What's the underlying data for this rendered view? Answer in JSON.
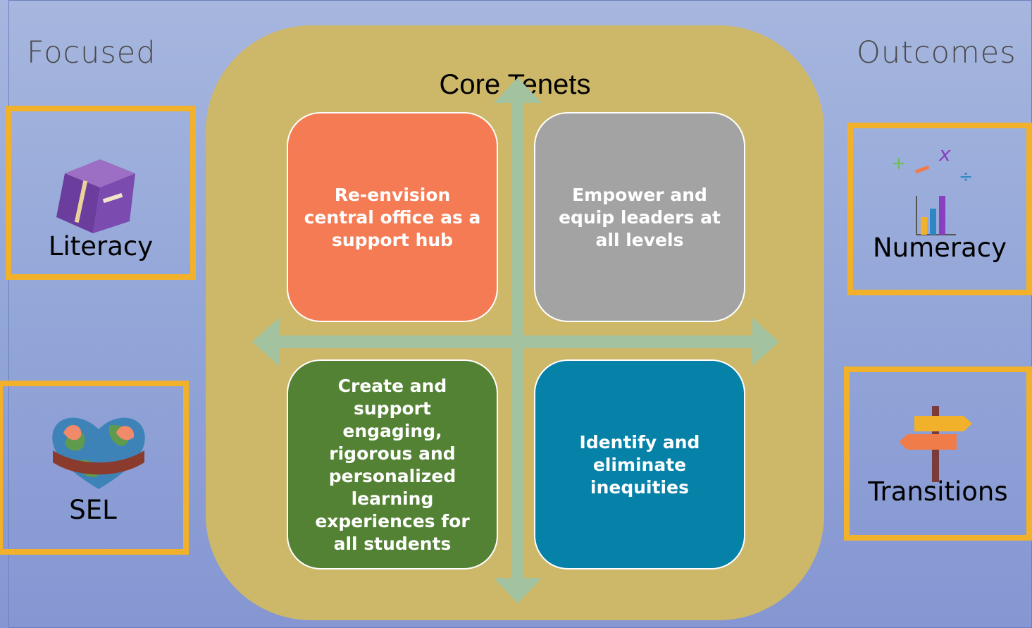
{
  "headings": {
    "left": "Focused",
    "right": "Outcomes"
  },
  "core": {
    "title": "Core Tenets",
    "tenets": [
      {
        "text": "Re-envision central office as a support hub",
        "color": "#f47b54"
      },
      {
        "text": "Empower and equip leaders at all levels",
        "color": "#a3a3a3"
      },
      {
        "text": "Create and support engaging, rigorous and personalized learning experiences for all students",
        "color": "#548234"
      },
      {
        "text": "Identify and eliminate inequities",
        "color": "#0681a8"
      }
    ]
  },
  "focused": [
    {
      "label": "Literacy",
      "icon": "book-icon"
    },
    {
      "label": "SEL",
      "icon": "heart-globe-icon"
    }
  ],
  "outcomes": [
    {
      "label": "Numeracy",
      "icon": "math-chart-icon"
    },
    {
      "label": "Transitions",
      "icon": "signpost-icon"
    }
  ],
  "colors": {
    "accent_border": "#f2b12a",
    "core_panel": "#cdb86a",
    "arrow": "#a3c2a0"
  }
}
